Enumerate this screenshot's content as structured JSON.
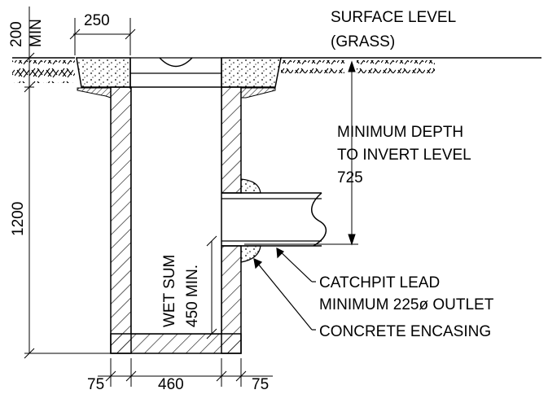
{
  "labels": {
    "surface_level": "SURFACE LEVEL",
    "grass": "(GRASS)",
    "min_depth_1": "MINIMUM DEPTH",
    "min_depth_2": "TO INVERT LEVEL",
    "min_depth_3": "725",
    "catchpit_lead_1": "CATCHPIT LEAD",
    "catchpit_lead_2": "MINIMUM 225ø OUTLET",
    "concrete_encasing": "CONCRETE ENCASING",
    "wet_sum_1": "WET SUM",
    "wet_sum_2": "450 MIN."
  },
  "dimensions": {
    "top_width": "250",
    "depth_min_1": "200",
    "depth_min_2": "MIN",
    "total_height": "1200",
    "left_wall": "75",
    "inner_width": "460",
    "right_wall": "75"
  }
}
